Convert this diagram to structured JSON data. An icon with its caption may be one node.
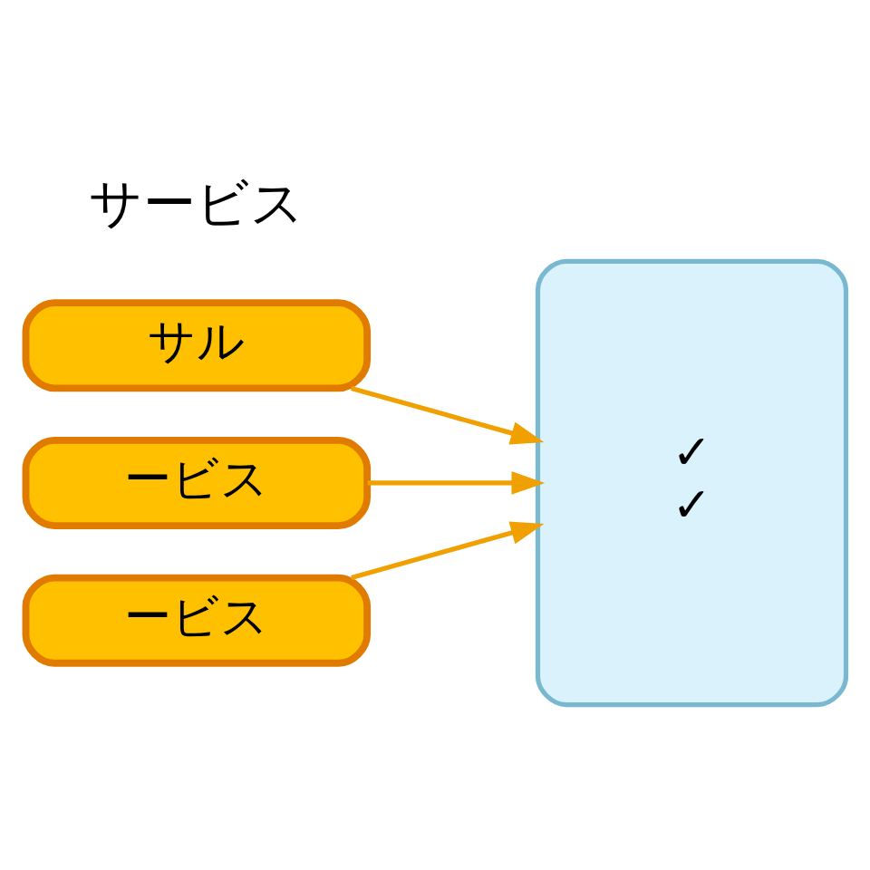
{
  "diagram": {
    "nodes": [
      {
        "text": [
          "サル"
        ]
      },
      {
        "text": [
          "ービス"
        ]
      },
      {
        "text": [
          "ービス"
        ]
      },
      {
        "text": [
          "✓",
          "✓"
        ]
      }
    ],
    "edges": [
      {
        "from": 0,
        "to": 3,
        "arrow": "to"
      },
      {
        "from": 1,
        "to": 3,
        "arrow": "to"
      },
      {
        "from": 2,
        "to": 3,
        "arrow": "to"
      }
    ],
    "labels": [
      "サービス"
    ]
  }
}
